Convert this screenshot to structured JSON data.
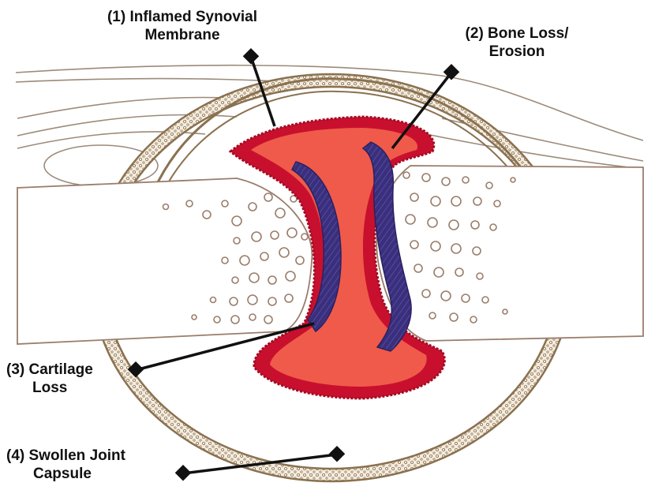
{
  "labels": {
    "synovial": {
      "line1": "(1) Inflamed Synovial",
      "line2": "Membrane"
    },
    "bone": {
      "line1": "(2) Bone Loss/",
      "line2": "Erosion"
    },
    "cartilage": {
      "line1": "(3) Cartilage",
      "line2": "Loss"
    },
    "capsule": {
      "line1": "(4) Swollen Joint",
      "line2": "Capsule"
    }
  },
  "colors": {
    "capsule": "#8a7150",
    "synovium": "#c8102e",
    "joint_fluid": "#f05a4a",
    "cartilage": "#3a2f7a",
    "bone_outline": "#9a7d6a",
    "pointer": "#111111"
  }
}
